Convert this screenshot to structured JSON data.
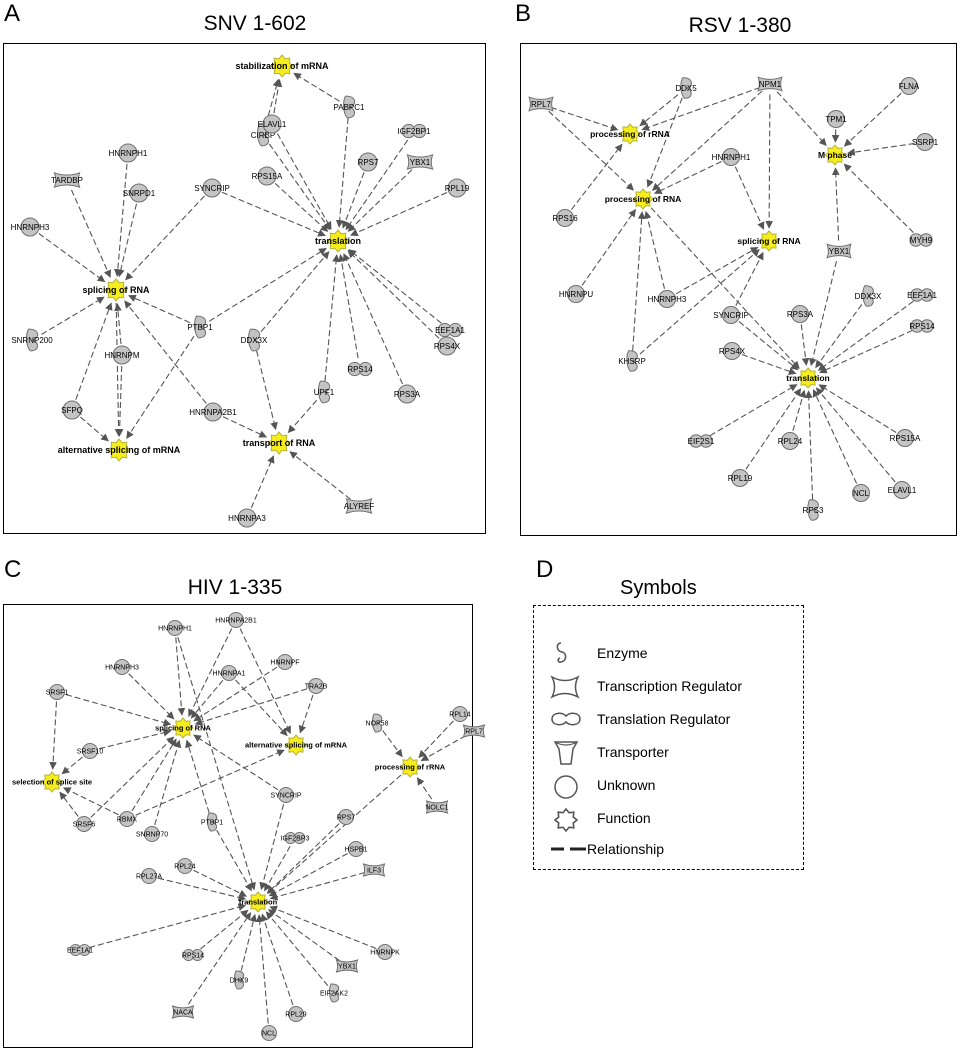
{
  "colors": {
    "function_fill": "#f5ee1c",
    "function_stroke": "#b8b23a",
    "molecule_fill": "#c4c4c4",
    "molecule_stroke": "#6f6f6f",
    "edge": "#555555"
  },
  "panels": [
    {
      "letter": "A",
      "title": "SNV 1-602",
      "functions": [
        {
          "id": "f_stab",
          "label": "stabilization of mRNA"
        },
        {
          "id": "f_trans",
          "label": "translation"
        },
        {
          "id": "f_splice",
          "label": "splicing of RNA"
        },
        {
          "id": "f_alt",
          "label": "alternative splicing of mRNA"
        },
        {
          "id": "f_transport",
          "label": "transport of RNA"
        }
      ],
      "molecules": [
        {
          "id": "PABPC1",
          "label": "PABPC1",
          "shape": "enzyme"
        },
        {
          "id": "CIRBP",
          "label": "CIRBP",
          "shape": "enzyme"
        },
        {
          "id": "ELAVL1",
          "label": "ELAVL1",
          "shape": "unknown"
        },
        {
          "id": "IGF2BP1",
          "label": "IGF2BP1",
          "shape": "translation"
        },
        {
          "id": "HNRNPH1",
          "label": "HNRNPH1",
          "shape": "unknown"
        },
        {
          "id": "RPS7",
          "label": "RPS7",
          "shape": "unknown"
        },
        {
          "id": "YBX1",
          "label": "YBX1",
          "shape": "transcription"
        },
        {
          "id": "TARDBP",
          "label": "TARDBP",
          "shape": "transcription"
        },
        {
          "id": "RPS15A",
          "label": "RPS15A",
          "shape": "unknown"
        },
        {
          "id": "RPL19",
          "label": "RPL19",
          "shape": "unknown"
        },
        {
          "id": "SYNCRIP",
          "label": "SYNCRIP",
          "shape": "unknown"
        },
        {
          "id": "SNRPD1",
          "label": "SNRPD1",
          "shape": "unknown"
        },
        {
          "id": "HNRNPH3",
          "label": "HNRNPH3",
          "shape": "unknown"
        },
        {
          "id": "EEF1A1",
          "label": "EEF1A1",
          "shape": "translation"
        },
        {
          "id": "PTBP1",
          "label": "PTBP1",
          "shape": "enzyme"
        },
        {
          "id": "SNRNP200",
          "label": "SNRNP200",
          "shape": "enzyme"
        },
        {
          "id": "DDX3X",
          "label": "DDX3X",
          "shape": "enzyme"
        },
        {
          "id": "RPS14",
          "label": "RPS14",
          "shape": "translation"
        },
        {
          "id": "HNRNPM",
          "label": "HNRNPM",
          "shape": "unknown"
        },
        {
          "id": "RPS4X",
          "label": "RPS4X",
          "shape": "unknown"
        },
        {
          "id": "RPS3A",
          "label": "RPS3A",
          "shape": "unknown"
        },
        {
          "id": "UPF1",
          "label": "UPF1",
          "shape": "enzyme"
        },
        {
          "id": "SFPQ",
          "label": "SFPQ",
          "shape": "unknown"
        },
        {
          "id": "HNRNPA2B1",
          "label": "HNRNPA2B1",
          "shape": "unknown"
        },
        {
          "id": "ALYREF",
          "label": "ALYREF",
          "shape": "transcription"
        },
        {
          "id": "HNRNPA3",
          "label": "HNRNPA3",
          "shape": "unknown"
        }
      ]
    },
    {
      "letter": "B",
      "title": "RSV 1-380",
      "functions": [
        {
          "id": "f_prrna",
          "label": "processing of rRNA"
        },
        {
          "id": "f_prna",
          "label": "processing of RNA"
        },
        {
          "id": "f_mphase",
          "label": "M phase"
        },
        {
          "id": "f_splice",
          "label": "splicing of RNA"
        },
        {
          "id": "f_trans",
          "label": "translation"
        }
      ],
      "molecules": [
        {
          "id": "DDX5",
          "label": "DDX5",
          "shape": "enzyme"
        },
        {
          "id": "NPM1",
          "label": "NPM1",
          "shape": "transcription"
        },
        {
          "id": "RPL7",
          "label": "RPL7",
          "shape": "transcription"
        },
        {
          "id": "TPM1",
          "label": "TPM1",
          "shape": "unknown"
        },
        {
          "id": "FLNA",
          "label": "FLNA",
          "shape": "unknown"
        },
        {
          "id": "SSRP1",
          "label": "SSRP1",
          "shape": "unknown"
        },
        {
          "id": "HNRNPH1",
          "label": "HNRNPH1",
          "shape": "unknown"
        },
        {
          "id": "RPS16",
          "label": "RPS16",
          "shape": "unknown"
        },
        {
          "id": "MYH9",
          "label": "MYH9",
          "shape": "translation"
        },
        {
          "id": "YBX1",
          "label": "YBX1",
          "shape": "transcription"
        },
        {
          "id": "HNRNPU",
          "label": "HNRNPU",
          "shape": "unknown"
        },
        {
          "id": "HNRNPH3",
          "label": "HNRNPH3",
          "shape": "unknown"
        },
        {
          "id": "DDX3X",
          "label": "DDX3X",
          "shape": "enzyme"
        },
        {
          "id": "EEF1A1",
          "label": "EEF1A1",
          "shape": "translation"
        },
        {
          "id": "SYNCRIP",
          "label": "SYNCRIP",
          "shape": "unknown"
        },
        {
          "id": "RPS3A",
          "label": "RPS3A",
          "shape": "unknown"
        },
        {
          "id": "RPS14",
          "label": "RPS14",
          "shape": "translation"
        },
        {
          "id": "RPS4X",
          "label": "RPS4X",
          "shape": "unknown"
        },
        {
          "id": "KHSRP",
          "label": "KHSRP",
          "shape": "enzyme"
        },
        {
          "id": "EIF2S1",
          "label": "EIF2S1",
          "shape": "translation"
        },
        {
          "id": "RPL24",
          "label": "RPL24",
          "shape": "unknown"
        },
        {
          "id": "RPS15A",
          "label": "RPS15A",
          "shape": "unknown"
        },
        {
          "id": "RPL19",
          "label": "RPL19",
          "shape": "unknown"
        },
        {
          "id": "NCL",
          "label": "NCL",
          "shape": "unknown"
        },
        {
          "id": "ELAVL1",
          "label": "ELAVL1",
          "shape": "unknown"
        },
        {
          "id": "RPS3",
          "label": "RPS3",
          "shape": "enzyme"
        }
      ]
    },
    {
      "letter": "C",
      "title": "HIV 1-335",
      "functions": [
        {
          "id": "f_splice",
          "label": "splicing of RNA"
        },
        {
          "id": "f_alt",
          "label": "alternative splicing of mRNA"
        },
        {
          "id": "f_prrna",
          "label": "processing of rRNA"
        },
        {
          "id": "f_sel",
          "label": "selection of splice site"
        },
        {
          "id": "f_trans",
          "label": "translation"
        }
      ],
      "molecules": [
        {
          "id": "HNRNPA2B1",
          "label": "HNRNPA2B1",
          "shape": "unknown"
        },
        {
          "id": "HNRNPH1",
          "label": "HNRNPH1",
          "shape": "unknown"
        },
        {
          "id": "HNRNPH3",
          "label": "HNRNPH3",
          "shape": "unknown"
        },
        {
          "id": "HNRNPF",
          "label": "HNRNPF",
          "shape": "unknown"
        },
        {
          "id": "HNRNPA1",
          "label": "HNRNPA1",
          "shape": "unknown"
        },
        {
          "id": "SRSF1",
          "label": "SRSF1",
          "shape": "unknown"
        },
        {
          "id": "TRA2B",
          "label": "TRA2B",
          "shape": "unknown"
        },
        {
          "id": "NOP58",
          "label": "NOP58",
          "shape": "enzyme"
        },
        {
          "id": "RPL14",
          "label": "RPL14",
          "shape": "unknown"
        },
        {
          "id": "RPL7",
          "label": "RPL7",
          "shape": "transcription"
        },
        {
          "id": "SRSF10",
          "label": "SRSF10",
          "shape": "unknown"
        },
        {
          "id": "RBMX",
          "label": "RBMX",
          "shape": "unknown"
        },
        {
          "id": "SRSF6",
          "label": "SRSF6",
          "shape": "unknown"
        },
        {
          "id": "NOLC1",
          "label": "NOLC1",
          "shape": "transcription"
        },
        {
          "id": "SYNCRIP",
          "label": "SYNCRIP",
          "shape": "unknown"
        },
        {
          "id": "PTBP1",
          "label": "PTBP1",
          "shape": "enzyme"
        },
        {
          "id": "SNRNP70",
          "label": "SNRNP70",
          "shape": "unknown"
        },
        {
          "id": "RPS7",
          "label": "RPS7",
          "shape": "unknown"
        },
        {
          "id": "IGF2BP3",
          "label": "IGF2BP3",
          "shape": "translation"
        },
        {
          "id": "HSPB1",
          "label": "HSPB1",
          "shape": "unknown"
        },
        {
          "id": "RPL24",
          "label": "RPL24",
          "shape": "unknown"
        },
        {
          "id": "ILF3",
          "label": "ILF3",
          "shape": "transcription"
        },
        {
          "id": "RPL27A",
          "label": "RPL27A",
          "shape": "unknown"
        },
        {
          "id": "EEF1A1",
          "label": "EEF1A1",
          "shape": "translation"
        },
        {
          "id": "HNRNPK",
          "label": "HNRNPK",
          "shape": "unknown"
        },
        {
          "id": "RPS14",
          "label": "RPS14",
          "shape": "translation"
        },
        {
          "id": "YBX1",
          "label": "YBX1",
          "shape": "transcription"
        },
        {
          "id": "DHX9",
          "label": "DHX9",
          "shape": "enzyme"
        },
        {
          "id": "EIF2AK2",
          "label": "EIF2AK2",
          "shape": "enzyme"
        },
        {
          "id": "NACA",
          "label": "NACA",
          "shape": "transcription"
        },
        {
          "id": "RPL29",
          "label": "RPL29",
          "shape": "unknown"
        },
        {
          "id": "NCL",
          "label": "NCL",
          "shape": "unknown"
        }
      ]
    }
  ],
  "legend": {
    "letter": "D",
    "title": "Symbols",
    "items": [
      {
        "label": "Enzyme",
        "icon": "enzyme-icon"
      },
      {
        "label": "Transcription Regulator",
        "icon": "transcription-regulator-icon"
      },
      {
        "label": "Translation Regulator",
        "icon": "translation-regulator-icon"
      },
      {
        "label": "Transporter",
        "icon": "transporter-icon"
      },
      {
        "label": "Unknown",
        "icon": "unknown-icon"
      },
      {
        "label": "Function",
        "icon": "function-icon"
      },
      {
        "label": "Relationship",
        "icon": "relationship-icon"
      }
    ]
  }
}
